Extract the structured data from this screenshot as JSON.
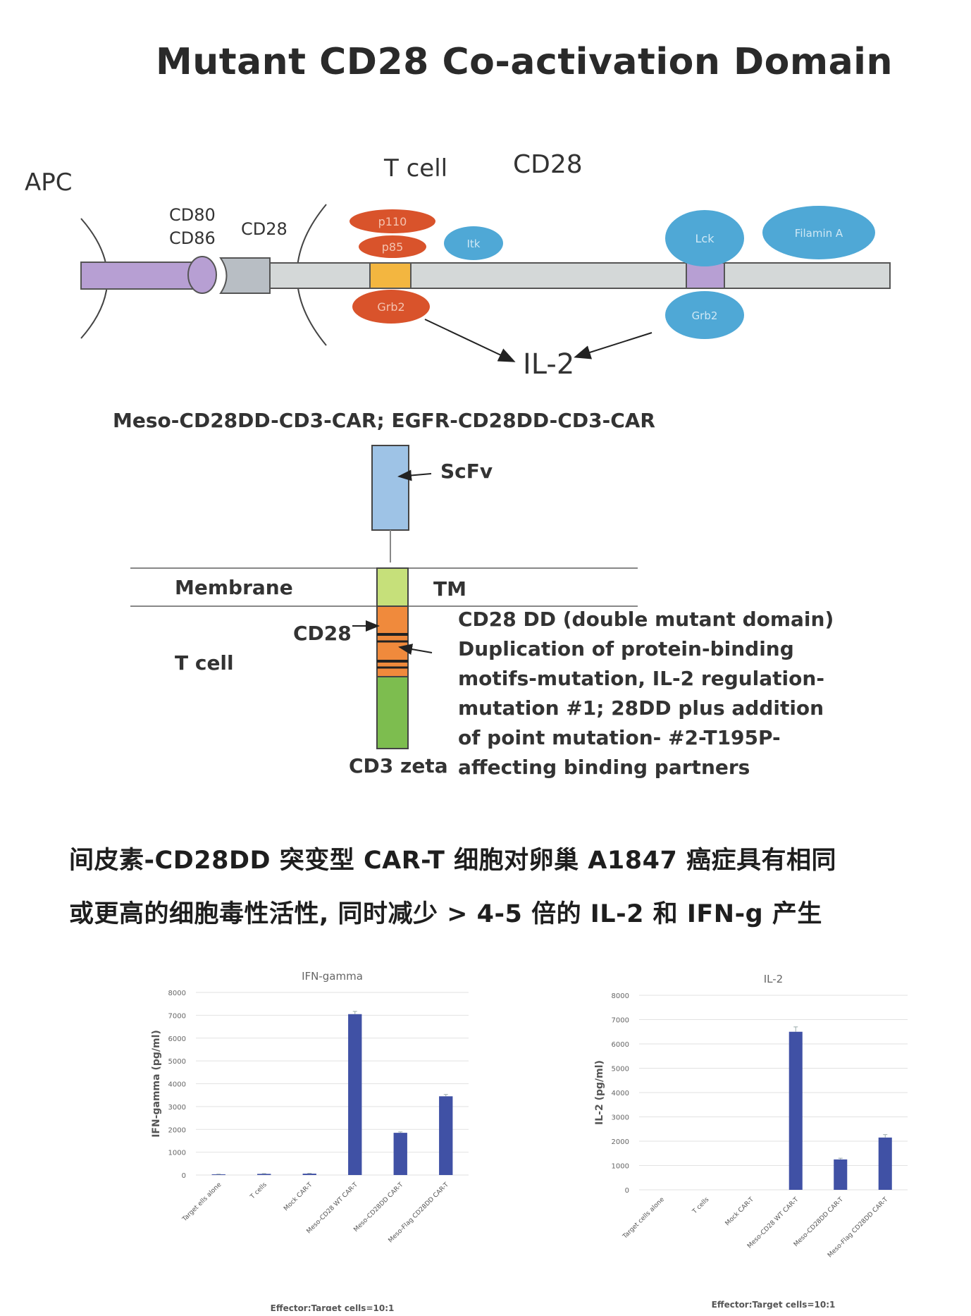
{
  "title": "Mutant CD28 Co-activation Domain",
  "top_diagram": {
    "apc_label": "APC",
    "cd80_label": "CD80",
    "cd86_label": "CD86",
    "cd28_receptor_label": "CD28",
    "t_cell_label": "T cell",
    "cd28_title": "CD28",
    "p110_label": "p110",
    "p85_label": "p85",
    "grb2_left_label": "Grb2",
    "itk_label": "Itk",
    "lck_label": "Lck",
    "filamin_label": "Filamin A",
    "grb2_right_label": "Grb2",
    "il2_label": "IL-2",
    "colors": {
      "purple": "#b79fd3",
      "gray_bar": "#d4d8d8",
      "orange_pill": "#d9532b",
      "blue_ellipse": "#4fa8d6",
      "yellow_box": "#f3b640"
    }
  },
  "car_diagram": {
    "construct_title": "Meso-CD28DD-CD3-CAR; EGFR-CD28DD-CD3-CAR",
    "scfv_label": "ScFv",
    "membrane_label": "Membrane",
    "tm_label": "TM",
    "cd28_label": "CD28",
    "t_cell_label": "T cell",
    "cd3zeta_label": "CD3 zeta",
    "description_lines": [
      "CD28 DD (double mutant domain)",
      "Duplication of protein-binding",
      "motifs-mutation, IL-2 regulation-",
      "mutation #1; 28DD plus addition",
      "of point mutation- #2-T195P-",
      "affecting binding partners"
    ],
    "colors": {
      "scfv": "#9ec3e6",
      "tm": "#c6e07a",
      "cd28": "#f08a3c",
      "cd3zeta": "#7dbd4f"
    }
  },
  "chinese_text": {
    "line1": "间皮素-CD28DD 突变型 CAR-T 细胞对卵巢 A1847 癌症具有相同",
    "line2": "或更高的细胞毒性活性, 同时减少 > 4-5 倍的 IL-2 和 IFN-g 产生"
  },
  "chart_data": [
    {
      "type": "bar",
      "title": "IFN-gamma",
      "ylabel": "IFN-gamma (pg/ml)",
      "xlabel": "Effector:Target cells=10:1",
      "categories": [
        "Target ells alone",
        "T cells",
        "Mock CAR-T",
        "Meso-CD28 WT CAR-T",
        "Meso-CD28DD CAR-T",
        "Meso-Flag CD28DD CAR-T"
      ],
      "values": [
        30,
        50,
        60,
        7050,
        1850,
        3450
      ],
      "errors": [
        10,
        15,
        15,
        120,
        40,
        80
      ],
      "ylim": [
        0,
        8000
      ],
      "yticks": [
        "0",
        "1000",
        "2000",
        "3000",
        "4000",
        "5000",
        "6000",
        "7000",
        "8000"
      ],
      "grid": true,
      "bar_color": "#4051a5"
    },
    {
      "type": "bar",
      "title": "IL-2",
      "ylabel": "IL-2 (pg/ml)",
      "xlabel": "Effector:Target cells=10:1",
      "categories": [
        "Target cells alone",
        "T cells",
        "Mock CAR-T",
        "Meso-CD28 WT CAR-T",
        "Meso-CD28DD CAR-T",
        "Meso-Flag CD28DD CAR-T"
      ],
      "values": [
        0,
        0,
        0,
        6500,
        1250,
        2150
      ],
      "errors": [
        0,
        0,
        0,
        200,
        50,
        120
      ],
      "ylim": [
        0,
        8000
      ],
      "yticks": [
        "0",
        "1000",
        "2000",
        "3000",
        "4000",
        "5000",
        "6000",
        "7000",
        "8000"
      ],
      "grid": true,
      "bar_color": "#4051a5"
    }
  ]
}
